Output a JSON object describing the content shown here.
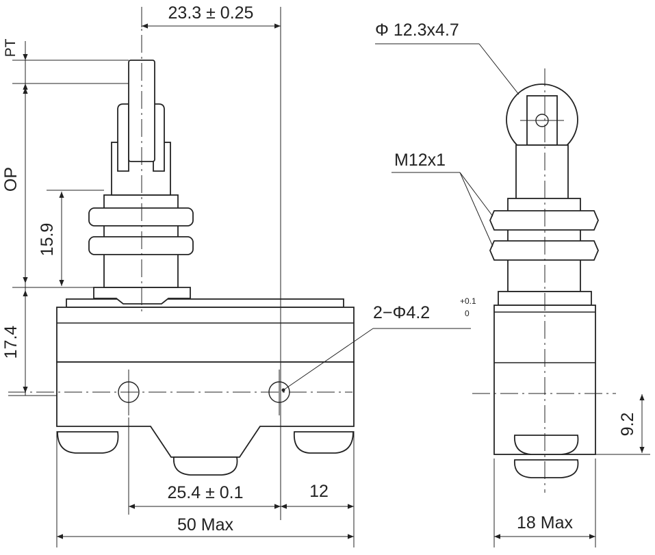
{
  "front_view": {
    "dim_top_width": "23.3 ± 0.25",
    "dim_pt": "PT",
    "dim_op": "OP",
    "dim_thread_height": "15.9",
    "dim_body_height": "17.4",
    "dim_hole_spacing": "25.4 ± 0.1",
    "dim_hole_offset": "12",
    "dim_total_width": "50 Max",
    "hole_callout": "2−Φ4.2",
    "hole_tol_upper": "+0.1",
    "hole_tol_lower": "0"
  },
  "side_view": {
    "roller_callout": "Φ 12.3x4.7",
    "thread_callout": "M12x1",
    "dim_terminal_height": "9.2",
    "dim_width": "18 Max"
  },
  "colors": {
    "line": "#222222",
    "background": "#ffffff"
  }
}
